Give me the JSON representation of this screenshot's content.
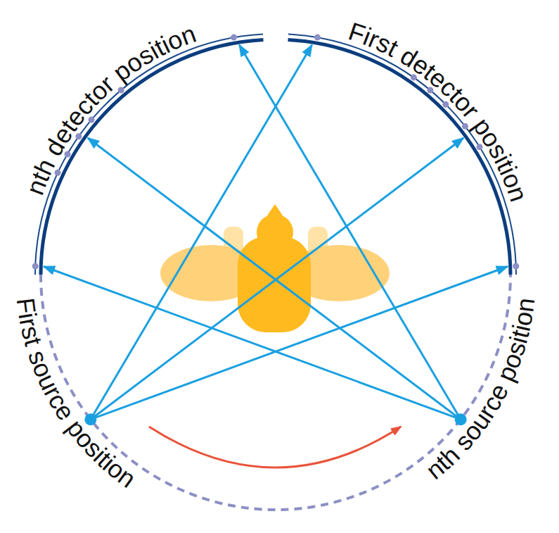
{
  "diagram": {
    "labels": [
      "nth detector position",
      "First detector position",
      "First source position",
      "nth source position"
    ]
  }
}
